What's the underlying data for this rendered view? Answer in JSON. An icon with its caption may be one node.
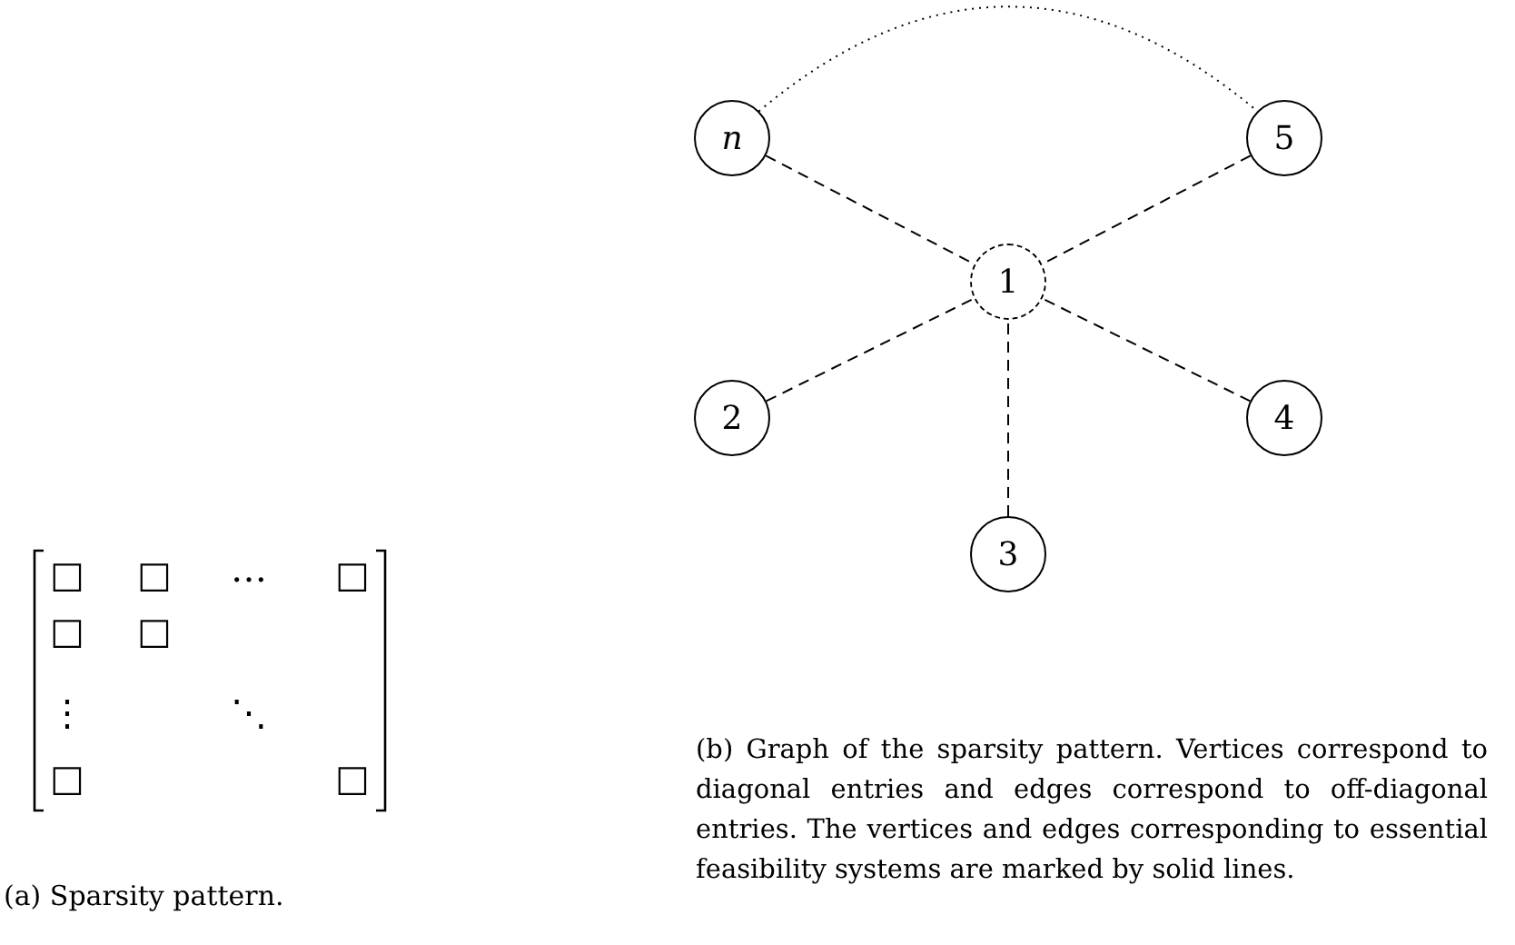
{
  "diagram": {
    "nodes": [
      {
        "text": [
          "n"
        ]
      },
      {
        "text": [
          "5"
        ]
      },
      {
        "text": [
          "1"
        ]
      },
      {
        "text": [
          "2"
        ]
      },
      {
        "text": [
          "4"
        ]
      },
      {
        "text": [
          "3"
        ]
      }
    ],
    "edges": [
      {
        "from": 0,
        "to": 1,
        "arrow": "none"
      },
      {
        "from": 0,
        "to": 2,
        "arrow": "none",
        "style": "dashed"
      },
      {
        "from": 1,
        "to": 2,
        "arrow": "none",
        "style": "dashed"
      },
      {
        "from": 3,
        "to": 2,
        "arrow": "none",
        "style": "dashed"
      },
      {
        "from": 4,
        "to": 2,
        "arrow": "none",
        "style": "dashed"
      },
      {
        "from": 5,
        "to": 2,
        "arrow": "none",
        "style": "dashed"
      }
    ],
    "labels": [
      "□",
      "□",
      "…",
      "□",
      "□",
      "□",
      "⋮",
      "⋱",
      "□",
      "□",
      "(a) Sparsity pattern.",
      "(b) Graph of the sparsity pattern. Vertices correspond to diagonal entries and edges correspond to off-diagonal entries. The vertices and edges corresponding to essential feasibility systems are marked by solid lines."
    ]
  }
}
